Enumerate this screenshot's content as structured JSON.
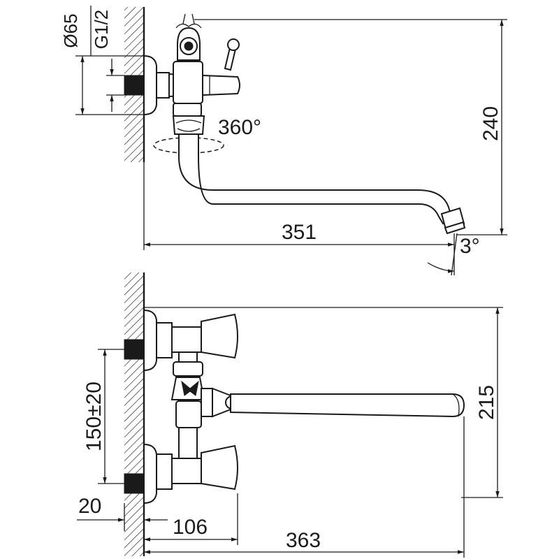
{
  "diagram": {
    "top_view": {
      "dim_height": "240",
      "dim_length": "351",
      "dim_flange_diameter": "Ø65",
      "dim_thread": "G1/2",
      "rotation_label": "360°",
      "tilt_angle": "3°"
    },
    "front_view": {
      "dim_height": "215",
      "dim_center_distance": "150±20",
      "dim_offset": "20",
      "dim_handle_reach": "106",
      "dim_spout_reach": "363"
    },
    "colors": {
      "line": "#1a1a1a",
      "background": "#ffffff"
    }
  }
}
